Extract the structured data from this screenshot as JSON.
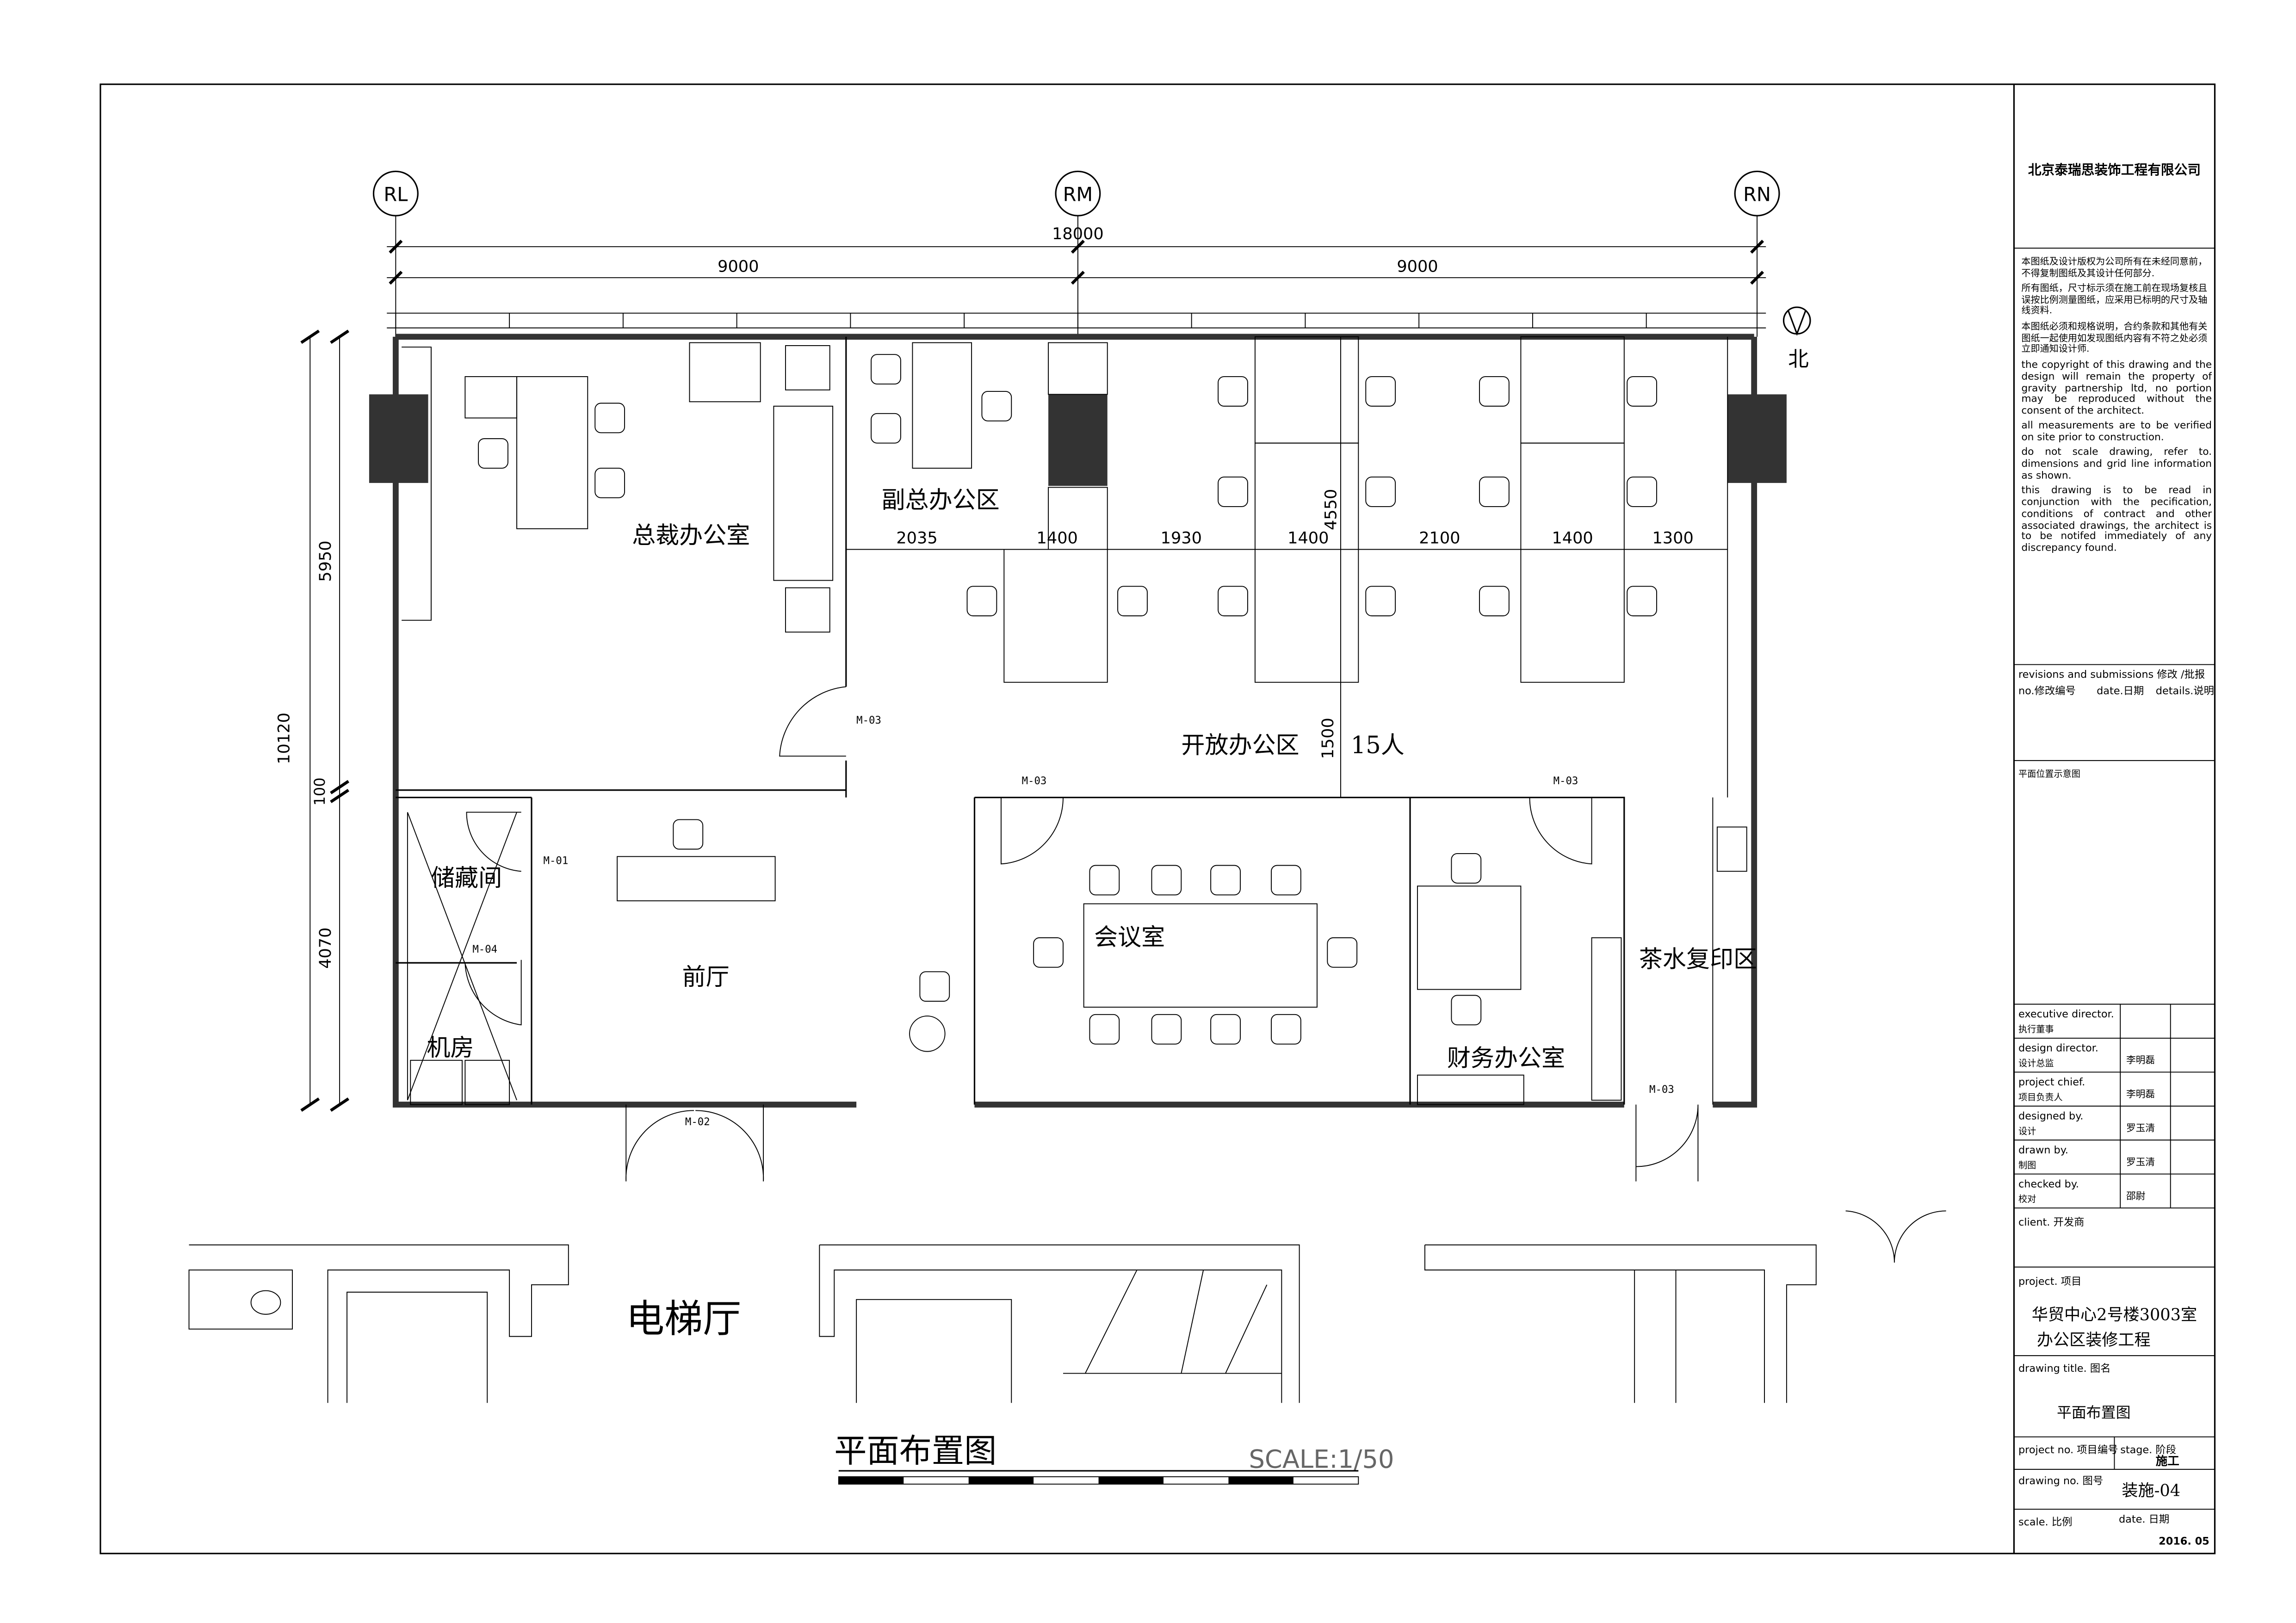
{
  "grid_axes": [
    "RL",
    "RM",
    "RN"
  ],
  "dimensions": {
    "total_width": "18000",
    "half_left": "9000",
    "half_right": "9000",
    "left_total": "10120",
    "left_upper": "5950",
    "left_gap": "100",
    "left_lower": "4070",
    "open_office_row": [
      "2035",
      "1400",
      "1930",
      "1400",
      "2100",
      "1400",
      "1300"
    ],
    "open_office_depth": "4550",
    "aisle": "1500"
  },
  "north_label": "北",
  "rooms": {
    "president_office": "总裁办公室",
    "vp_area": "副总办公区",
    "open_office": "开放办公区",
    "open_office_capacity": "15人",
    "storage": "储藏间",
    "lobby": "前厅",
    "meeting_room": "会议室",
    "tea_copy": "茶水复印区",
    "finance_office": "财务办公室",
    "server_room": "机房",
    "elevator_hall": "电梯厅"
  },
  "doors": {
    "president": "M-03",
    "meeting": "M-03",
    "finance": "M-03",
    "tea": "M-03",
    "storage": "M-01",
    "server": "M-04",
    "entrance": "M-02"
  },
  "drawing_title": "平面布置图",
  "scale_label": "SCALE:1/50",
  "title_block": {
    "company": "北京泰瑞思装饰工程有限公司",
    "notes_cn": [
      "本图纸及设计版权为公司所有在未经同意前，不得复制图纸及其设计任何部分.",
      "所有图纸，尺寸标示须在施工前在现场复核且误按比例测量图纸，应采用已标明的尺寸及轴线资料.",
      "本图纸必须和规格说明，合约条款和其他有关图纸一起使用如发现图纸内容有不符之处必须立即通知设计师."
    ],
    "notes_en": [
      "the copyright of this drawing and the design will remain the property of gravity partnership ltd, no portion may be reproduced without the consent of the architect.",
      "all measurements are to be verified on site prior to construction.",
      "do not scale drawing, refer to. dimensions and grid line information as shown.",
      "this drawing is to be read in conjunction with the pecification, conditions of contract and other associated drawings, the architect is to be notifed immediately of any discrepancy found."
    ],
    "revisions_header": "revisions and submissions 修改 /批报",
    "rev_no": "no.修改编号",
    "rev_date": "date.日期",
    "rev_details": "details.说明",
    "keyplan_label": "平面位置示意图",
    "roles": [
      {
        "en": "executive director.",
        "cn": "执行董事",
        "name": ""
      },
      {
        "en": "design director.",
        "cn": "设计总监",
        "name": "李明磊"
      },
      {
        "en": "project chief.",
        "cn": "项目负责人",
        "name": "李明磊"
      },
      {
        "en": "designed by.",
        "cn": "设计",
        "name": "罗玉清"
      },
      {
        "en": "drawn by.",
        "cn": "制图",
        "name": "罗玉清"
      },
      {
        "en": "checked by.",
        "cn": "校对",
        "name": "邵尉"
      }
    ],
    "client_label": "client. 开发商",
    "project_label": "project.  项目",
    "project_name_1": "华贸中心2号楼3003室",
    "project_name_2": "办公区装修工程",
    "drawing_title_label": "drawing title.  图名",
    "drawing_title": "平面布置图",
    "project_no_label": "project no.  项目编号",
    "stage_label": "stage.  阶段",
    "stage": "施工",
    "drawing_no_label": "drawing no.  图号",
    "drawing_no": "装施-04",
    "scale_label": "scale.  比例",
    "date_label": "date.  日期",
    "date": "2016. 05"
  }
}
